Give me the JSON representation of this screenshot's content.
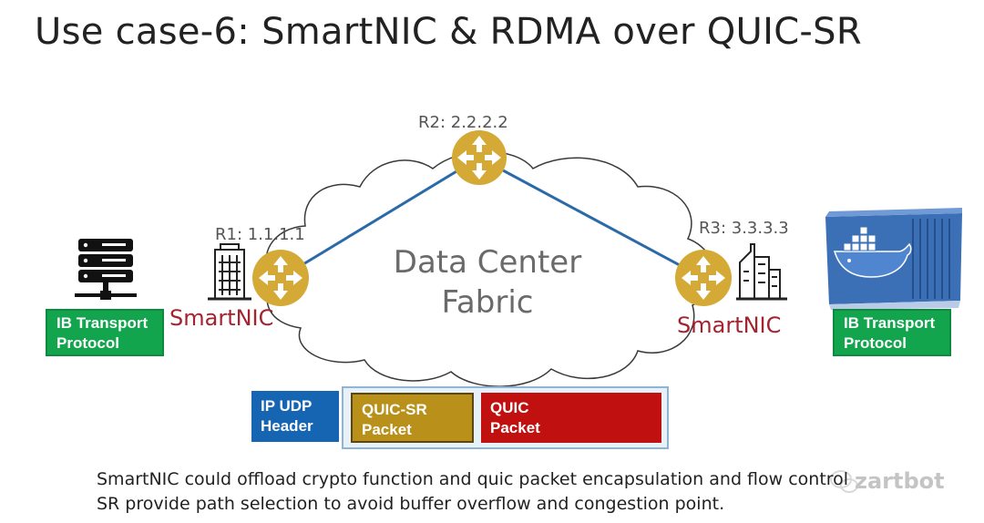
{
  "title": "Use case-6: SmartNIC & RDMA over QUIC-SR",
  "routers": [
    {
      "label": "R1: 1.1.1.1"
    },
    {
      "label": "R2: 2.2.2.2"
    },
    {
      "label": "R3: 3.3.3.3"
    }
  ],
  "cloud_text": [
    "Data Center",
    "Fabric"
  ],
  "smartnic_label": "SmartNIC",
  "ib_transport": [
    "IB Transport",
    "Protocol"
  ],
  "packet": {
    "ip_udp": [
      "IP UDP",
      "Header"
    ],
    "quic_sr": [
      "QUIC-SR",
      "Packet"
    ],
    "quic": [
      "QUIC",
      "Packet"
    ]
  },
  "caption": [
    "SmartNIC could offload crypto function and quic packet encapsulation and flow control",
    "SR provide path selection to avoid buffer overflow and congestion point."
  ],
  "watermark": "zartbot",
  "colors": {
    "router": "#d4a935",
    "link": "#2a6aa8",
    "smartnic_text": "#a3232f",
    "green": "#12a54d",
    "ip_udp": "#1565b3",
    "quic_sr": "#b8901a",
    "quic": "#c01010",
    "packet_outline": "#bcd5ea"
  },
  "icons": [
    "server-icon",
    "office-building-icon",
    "city-buildings-icon",
    "docker-container-icon",
    "router-icon",
    "wechat-icon"
  ]
}
